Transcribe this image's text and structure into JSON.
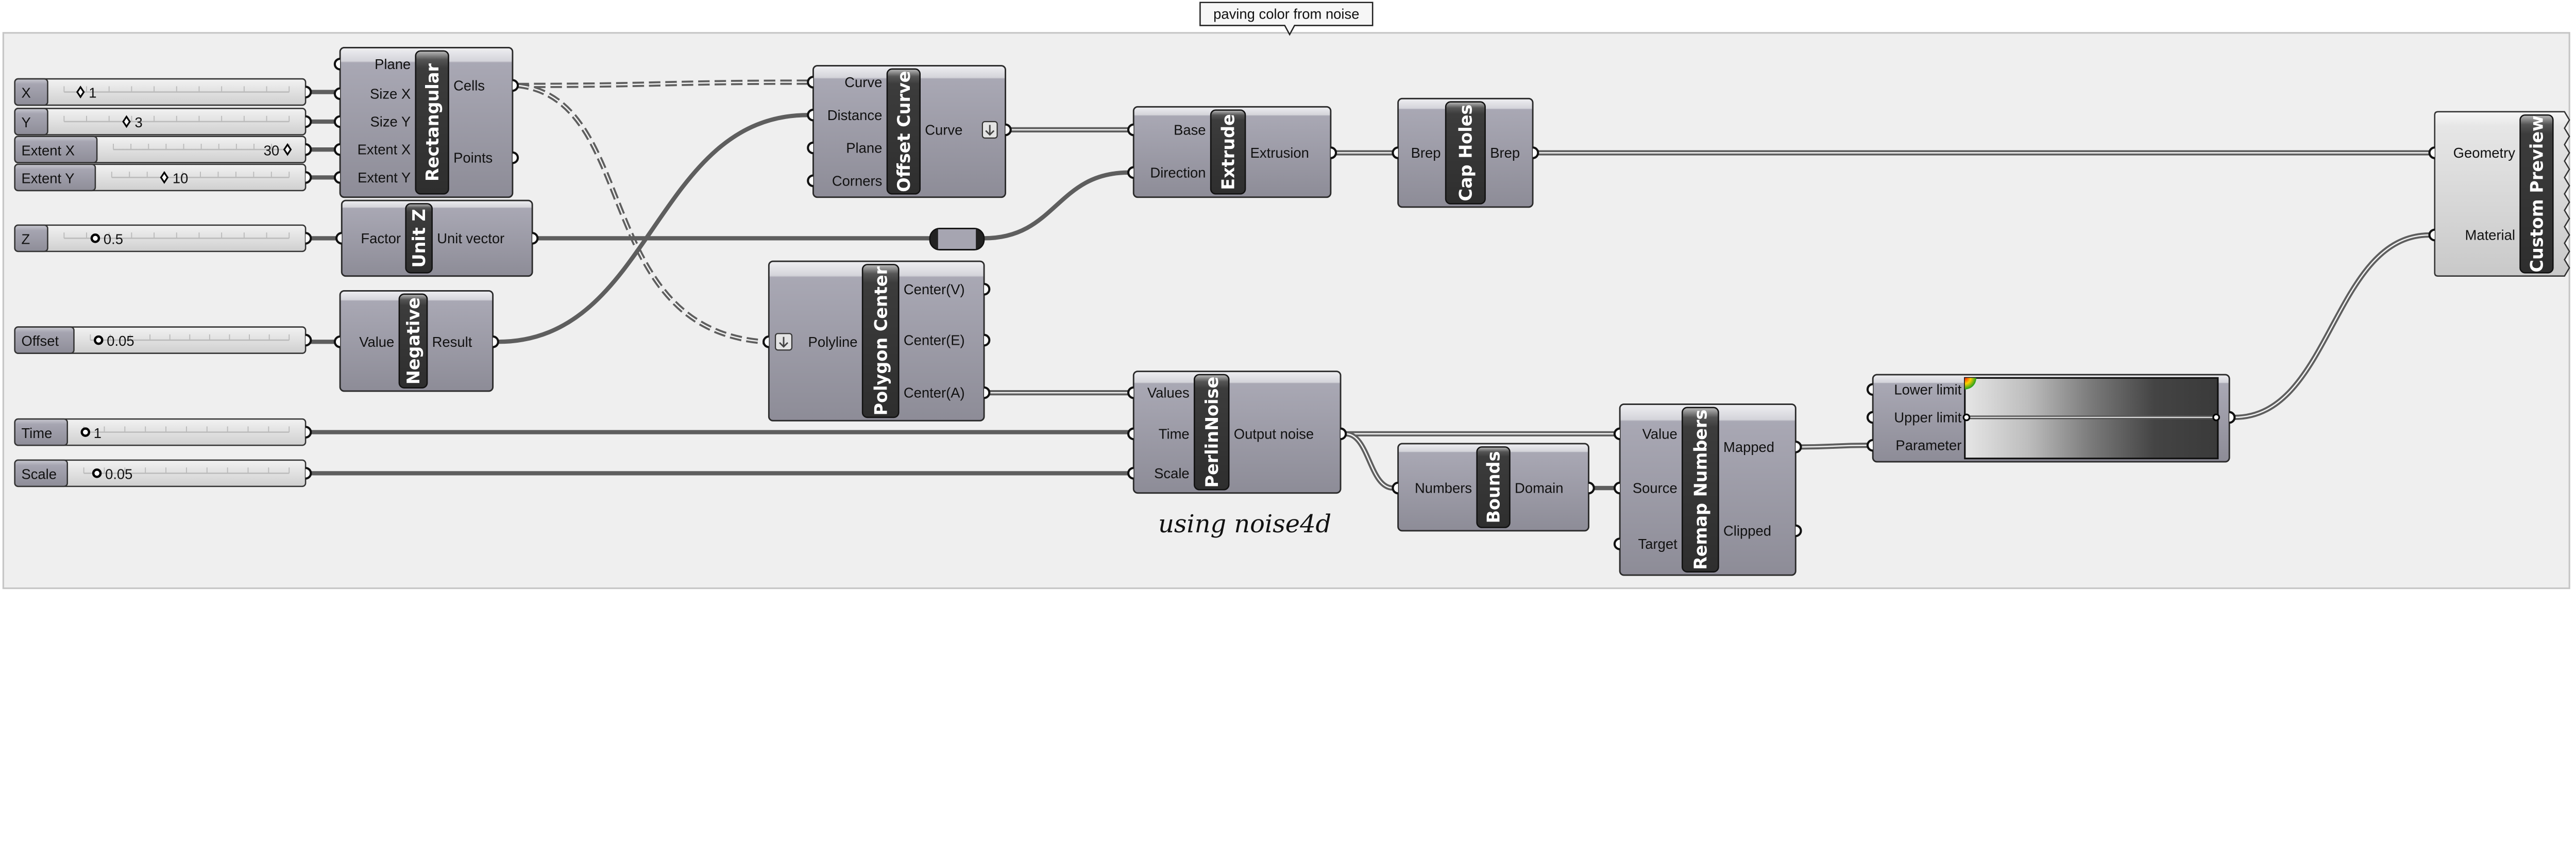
{
  "group": {
    "title": "paving color from noise"
  },
  "note": "using noise4d",
  "sliders": [
    {
      "id": "x",
      "name": "X",
      "value": "1",
      "grip": "diamond"
    },
    {
      "id": "y",
      "name": "Y",
      "value": "3",
      "grip": "diamond"
    },
    {
      "id": "extent-x",
      "name": "Extent X",
      "value": "30",
      "grip": "diamond"
    },
    {
      "id": "extent-y",
      "name": "Extent Y",
      "value": "10",
      "grip": "diamond"
    },
    {
      "id": "z",
      "name": "Z",
      "value": "0.5",
      "grip": "circle"
    },
    {
      "id": "offset",
      "name": "Offset",
      "value": "0.05",
      "grip": "circle"
    },
    {
      "id": "time",
      "name": "Time",
      "value": "1",
      "grip": "circle"
    },
    {
      "id": "scale",
      "name": "Scale",
      "value": "0.05",
      "grip": "circle"
    }
  ],
  "components": [
    {
      "id": "rectangular",
      "title": "Rectangular",
      "inputs": [
        "Plane",
        "Size X",
        "Size Y",
        "Extent X",
        "Extent Y"
      ],
      "outputs": [
        "Cells",
        "Points"
      ]
    },
    {
      "id": "unit-z",
      "title": "Unit Z",
      "inputs": [
        "Factor"
      ],
      "outputs": [
        "Unit vector"
      ]
    },
    {
      "id": "negative",
      "title": "Negative",
      "inputs": [
        "Value"
      ],
      "outputs": [
        "Result"
      ]
    },
    {
      "id": "offset-curve",
      "title": "Offset Curve",
      "inputs": [
        "Curve",
        "Distance",
        "Plane",
        "Corners"
      ],
      "outputs": [
        "Curve"
      ]
    },
    {
      "id": "polygon-center",
      "title": "Polygon Center",
      "inputs": [
        "Polyline"
      ],
      "outputs": [
        "Center(V)",
        "Center(E)",
        "Center(A)"
      ]
    },
    {
      "id": "extrude",
      "title": "Extrude",
      "inputs": [
        "Base",
        "Direction"
      ],
      "outputs": [
        "Extrusion"
      ]
    },
    {
      "id": "cap-holes",
      "title": "Cap Holes",
      "inputs": [
        "Brep"
      ],
      "outputs": [
        "Brep"
      ]
    },
    {
      "id": "custom-preview",
      "title": "Custom Preview",
      "inputs": [
        "Geometry",
        "Material"
      ],
      "outputs": []
    },
    {
      "id": "perlin-noise",
      "title": "PerlinNoise",
      "inputs": [
        "Values",
        "Time",
        "Scale"
      ],
      "outputs": [
        "Output noise"
      ]
    },
    {
      "id": "bounds",
      "title": "Bounds",
      "inputs": [
        "Numbers"
      ],
      "outputs": [
        "Domain"
      ]
    },
    {
      "id": "remap-numbers",
      "title": "Remap Numbers",
      "inputs": [
        "Value",
        "Source",
        "Target"
      ],
      "outputs": [
        "Mapped",
        "Clipped"
      ]
    }
  ],
  "gradient": {
    "inputs": [
      "Lower limit",
      "Upper limit",
      "Parameter"
    ],
    "colors": [
      "#e6e6e6",
      "#bdbdbd",
      "#7a7a7a",
      "#444444",
      "#3a3a3a"
    ]
  },
  "colors": {
    "canvas": "#efefef",
    "wire": "#5e5e5e",
    "component_dark": "#8e8d98",
    "component_light": "#a6a5b1",
    "title_band": "#333333",
    "preview_body": "#d6d6d6"
  }
}
